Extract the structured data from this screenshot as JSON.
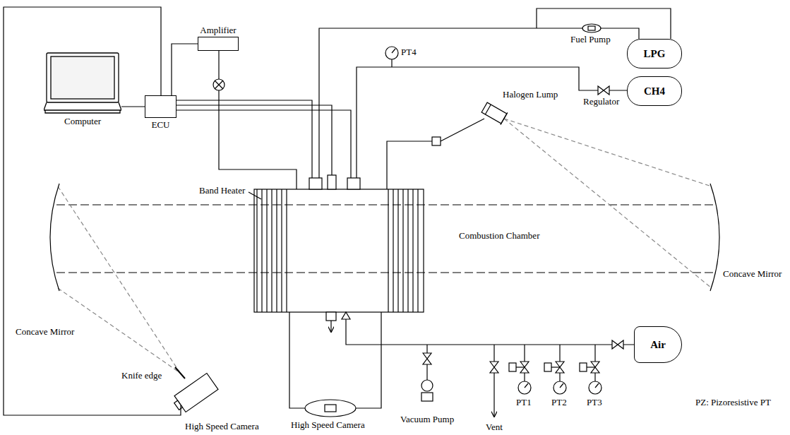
{
  "diagram": {
    "nodes": [
      {
        "text": [
          "Computer"
        ]
      },
      {
        "text": [
          "ECU"
        ]
      },
      {
        "text": [
          "Amplifier"
        ]
      },
      {
        "text": [
          "LPG"
        ]
      },
      {
        "text": [
          "CH4"
        ]
      },
      {
        "text": [
          "Air"
        ]
      }
    ],
    "edges": [
      {
        "from": 0,
        "to": 1,
        "arrow": "none"
      },
      {
        "from": 1,
        "to": 2,
        "arrow": "none"
      }
    ],
    "labels": [
      "Fuel Pump",
      "PT4",
      "Regulator",
      "Halogen Lump",
      "Band Heater",
      "Combustion Chamber",
      "Concave Mirror",
      "Concave Mirror",
      "Knife edge",
      "High Speed Camera",
      "High Speed Camera",
      "Vacuum Pump",
      "Vent",
      "PT1",
      "PT2",
      "PT3",
      "PZ: Pizoresistive PT"
    ]
  }
}
